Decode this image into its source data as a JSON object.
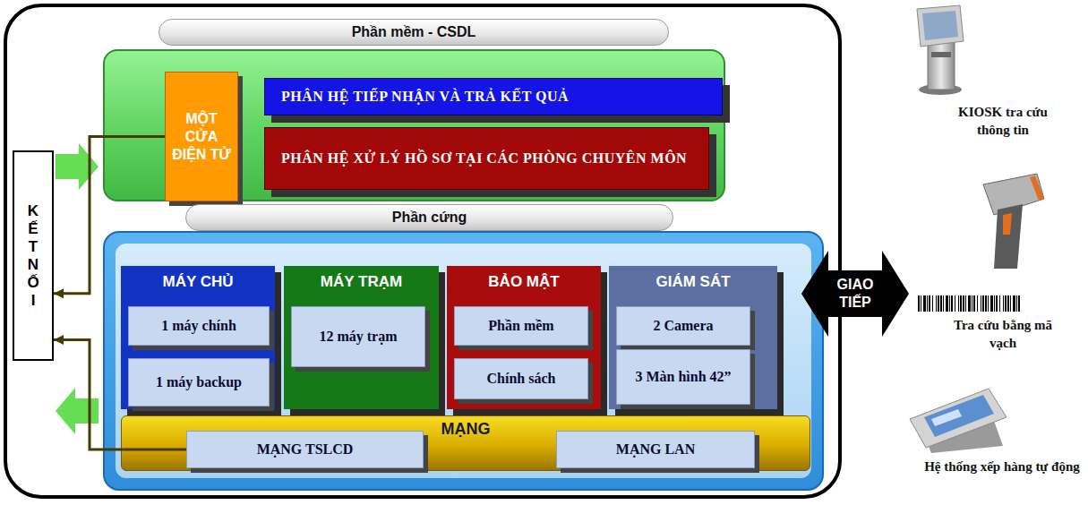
{
  "diagram": {
    "nodes": [
      {
        "text": [
          "Phần mềm - CSDL"
        ]
      },
      {
        "text": [
          "MỘT CỬA ĐIỆN TỬ"
        ],
        "in": 0
      },
      {
        "text": [
          "PHÂN HỆ TIẾP NHẬN VÀ TRẢ KẾT QUẢ"
        ],
        "in": 0
      },
      {
        "text": [
          "PHÂN HỆ XỬ LÝ HỒ SƠ TẠI CÁC PHÒNG CHUYÊN MÔN"
        ],
        "in": 0
      },
      {
        "text": [
          "KẾT NỐI"
        ]
      },
      {
        "text": [
          "Phần cứng"
        ]
      },
      {
        "text": [
          "MÁY CHỦ"
        ],
        "in": 5
      },
      {
        "text": [
          "1 máy chính"
        ],
        "in": 6
      },
      {
        "text": [
          "1 máy backup"
        ],
        "in": 6
      },
      {
        "text": [
          "MÁY TRẠM"
        ],
        "in": 5
      },
      {
        "text": [
          "12 máy trạm"
        ],
        "in": 9
      },
      {
        "text": [
          "BẢO MẬT"
        ],
        "in": 5
      },
      {
        "text": [
          "Phần mềm"
        ],
        "in": 11
      },
      {
        "text": [
          "Chính sách"
        ],
        "in": 11
      },
      {
        "text": [
          "GIÁM SÁT"
        ],
        "in": 5
      },
      {
        "text": [
          "2 Camera"
        ],
        "in": 14
      },
      {
        "text": [
          "3 Màn hình 42”"
        ],
        "in": 14
      },
      {
        "text": [
          "MẠNG"
        ],
        "in": 5
      },
      {
        "text": [
          "MẠNG TSLCD"
        ],
        "in": 17
      },
      {
        "text": [
          "MẠNG LAN"
        ],
        "in": 17
      },
      {
        "text": [
          "GIAO TIẾP"
        ]
      }
    ],
    "edges": [
      {
        "from": 1,
        "to": 4,
        "arrow": "to"
      },
      {
        "from": 18,
        "to": 4,
        "arrow": "to"
      }
    ],
    "labels": [
      "KIOSK tra cứu thông tin",
      "Tra cứu bằng mã vạch",
      "Hệ thống xếp hàng tự động"
    ]
  }
}
